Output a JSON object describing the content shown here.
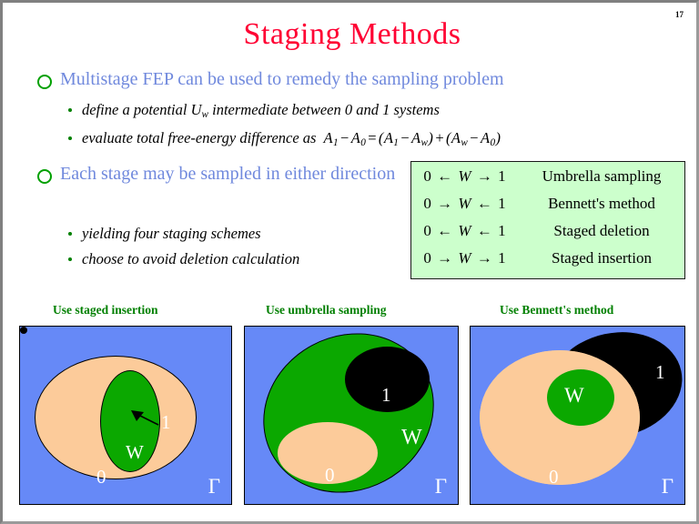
{
  "slide": {
    "page_number": "17",
    "title": "Staging Methods",
    "colors": {
      "title": "#FF0033",
      "heading_text": "#7089DD",
      "bullet_ring": "#00A000",
      "caption": "#008000",
      "panel_background": "#6689F7",
      "region_zero": "#FCCB9A",
      "region_w": "#0BA800",
      "region_one": "#000000",
      "schemes_box": "#CCFFCC"
    }
  },
  "bullets": {
    "first": {
      "text": "Multistage FEP can be used to remedy the sampling problem",
      "sub": [
        {
          "pre": "define a potential U",
          "sub_script": "w",
          "post": " intermediate between 0 and 1 systems"
        },
        {
          "pre": "evaluate total free-energy difference as",
          "equation": "A1 − A0 = (A1 − Aw) + (Aw − A0)"
        }
      ]
    },
    "second": {
      "text": "Each stage may be sampled in either direction",
      "sub": [
        {
          "text": "yielding four staging schemes"
        },
        {
          "text": "choose to avoid deletion calculation"
        }
      ]
    }
  },
  "schemes": {
    "rows": [
      {
        "arrows_left": "0",
        "arrow1": "←",
        "w": "W",
        "arrow2": "→",
        "arrows_right": "1",
        "name": "Umbrella sampling"
      },
      {
        "arrows_left": "0",
        "arrow1": "→",
        "w": "W",
        "arrow2": "←",
        "arrows_right": "1",
        "name": "Bennett's method"
      },
      {
        "arrows_left": "0",
        "arrow1": "←",
        "w": "W",
        "arrow2": "←",
        "arrows_right": "1",
        "name": "Staged deletion"
      },
      {
        "arrows_left": "0",
        "arrow1": "→",
        "w": "W",
        "arrow2": "→",
        "arrows_right": "1",
        "name": "Staged insertion"
      }
    ]
  },
  "diagrams": [
    {
      "caption": "Use staged insertion",
      "labels": {
        "zero": "0",
        "w": "W",
        "one": "1",
        "gamma": "Γ"
      }
    },
    {
      "caption": "Use umbrella sampling",
      "labels": {
        "zero": "0",
        "w": "W",
        "one": "1",
        "gamma": "Γ"
      }
    },
    {
      "caption": "Use Bennett's method",
      "labels": {
        "zero": "0",
        "w": "W",
        "one": "1",
        "gamma": "Γ"
      }
    }
  ]
}
